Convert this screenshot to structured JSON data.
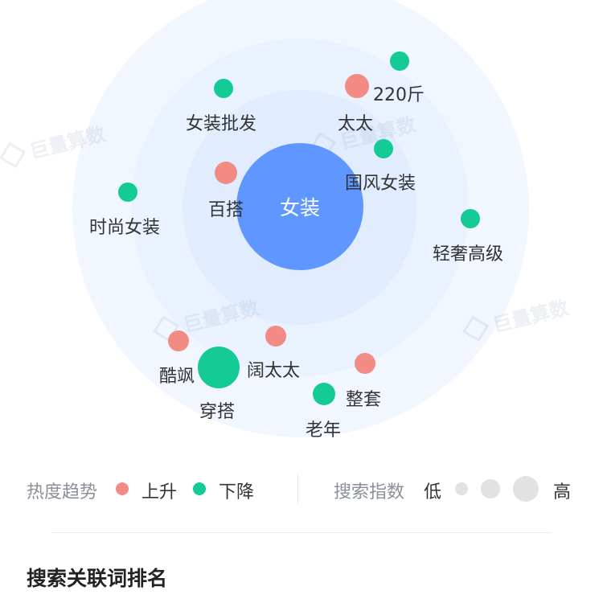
{
  "chart": {
    "center_keyword": "女装",
    "keywords": {
      "k220": "220斤",
      "taitai": "太太",
      "nvzhuang_pifa": "女装批发",
      "guofeng": "国风女装",
      "baida": "百搭",
      "shishang": "时尚女装",
      "qingshe": "轻奢高级",
      "kuosa": "酷飒",
      "chuanda": "穿搭",
      "kuotaitai": "阔太太",
      "zhengtao": "整套",
      "laonian": "老年"
    },
    "colors": {
      "up": "#f18b84",
      "down": "#14cb96",
      "center": "#5f96ff"
    }
  },
  "watermark": {
    "text": "巨量算数"
  },
  "legend": {
    "trend_label": "热度趋势",
    "up_label": "上升",
    "down_label": "下降",
    "index_label": "搜索指数",
    "low_label": "低",
    "high_label": "高"
  },
  "section": {
    "title": "搜索关联词排名"
  }
}
